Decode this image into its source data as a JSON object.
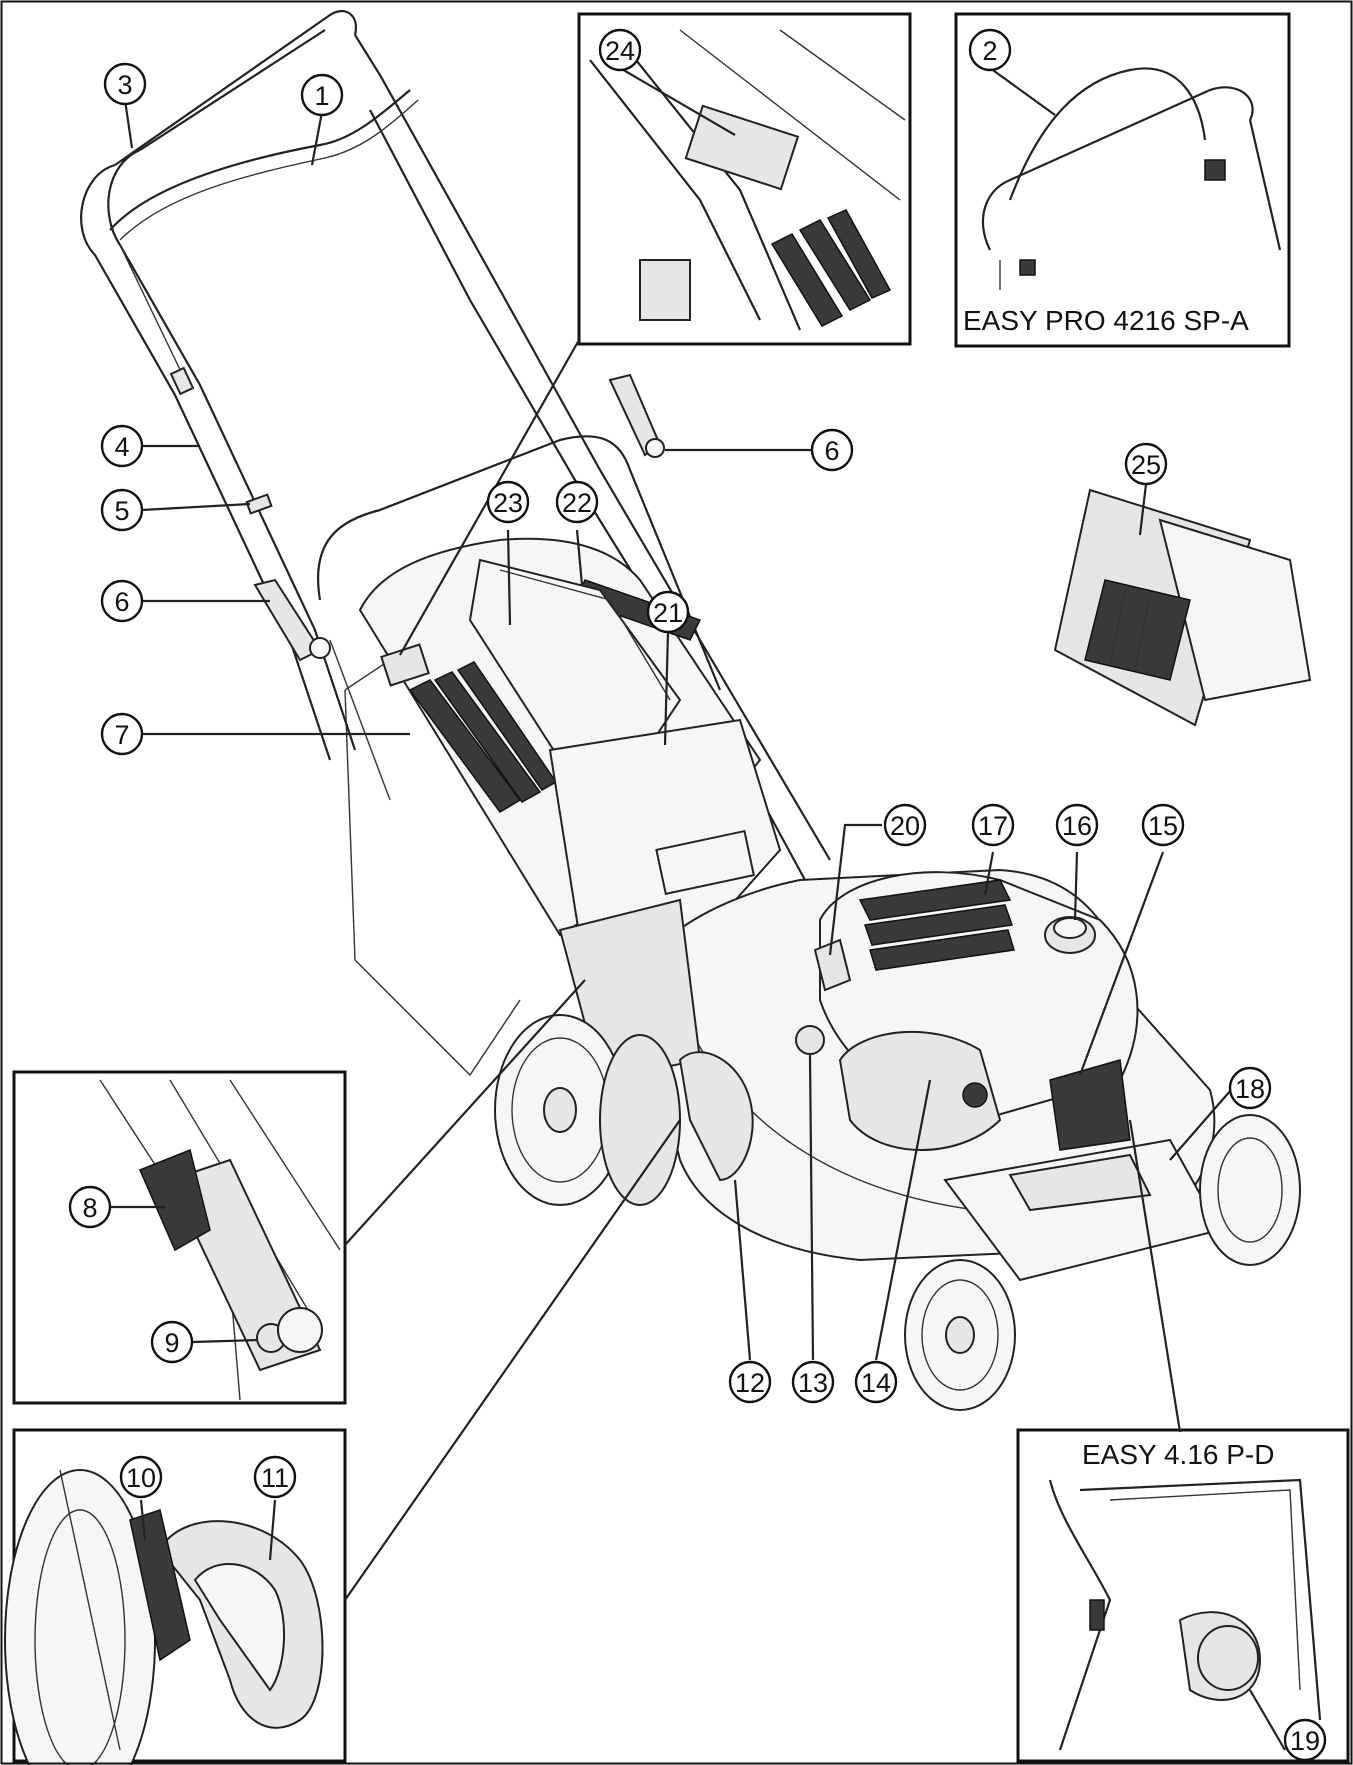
{
  "figure": {
    "insets": {
      "model_pro_label": "EASY PRO 4216 SP-A",
      "model_pd_label": "EASY 4.16 P-D"
    },
    "callouts": {
      "c1": "1",
      "c2": "2",
      "c3": "3",
      "c4": "4",
      "c5": "5",
      "c6a": "6",
      "c6b": "6",
      "c7": "7",
      "c8": "8",
      "c9": "9",
      "c10": "10",
      "c11": "11",
      "c12": "12",
      "c13": "13",
      "c14": "14",
      "c15": "15",
      "c16": "16",
      "c17": "17",
      "c18": "18",
      "c19": "19",
      "c20": "20",
      "c21": "21",
      "c22": "22",
      "c23": "23",
      "c24": "24",
      "c25": "25"
    }
  }
}
